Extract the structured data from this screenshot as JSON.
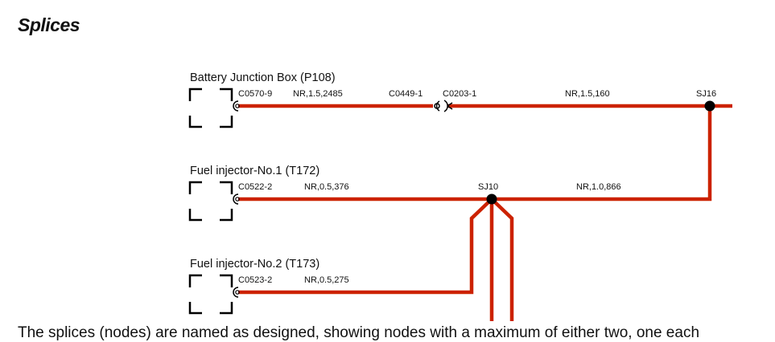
{
  "heading": "Splices",
  "wire_color": "#cc2200",
  "components": [
    {
      "name": "Battery Junction Box (P108)",
      "connector": "C0570-9",
      "wire": "NR,1.5,2485"
    },
    {
      "name": "Fuel injector-No.1 (T172)",
      "connector": "C0522-2",
      "wire": "NR,0.5,376"
    },
    {
      "name": "Fuel injector-No.2 (T173)",
      "connector": "C0523-2",
      "wire": "NR,0.5,275"
    }
  ],
  "inline_connector": {
    "left": "C0449-1",
    "right": "C0203-1"
  },
  "wire_top_right": "NR,1.5,160",
  "wire_mid_right": "NR,1.0,866",
  "splices": [
    "SJ16",
    "SJ10"
  ],
  "footer_text": "The splices (nodes) are named as designed, showing nodes with a maximum of either two, one each"
}
